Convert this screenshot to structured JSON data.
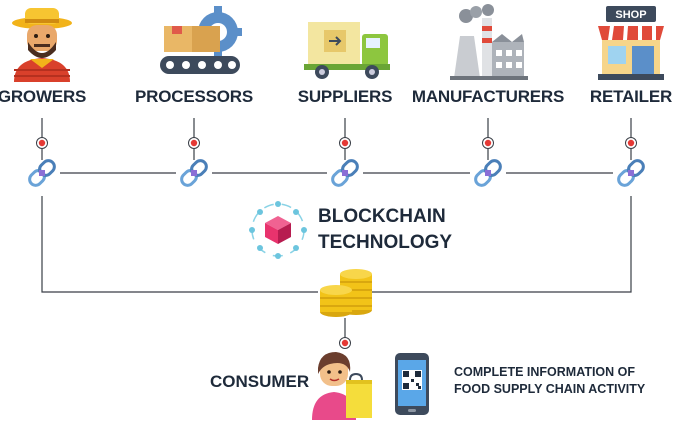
{
  "stages": [
    {
      "label": "GROWERS",
      "icon": "farmer-icon"
    },
    {
      "label": "PROCESSORS",
      "icon": "conveyor-gear-icon"
    },
    {
      "label": "SUPPLIERS",
      "icon": "delivery-truck-icon"
    },
    {
      "label": "MANUFACTURERS",
      "icon": "factory-icon"
    },
    {
      "label": "RETAILER",
      "icon": "shop-icon"
    }
  ],
  "shop_sign": "SHOP",
  "blockchain": {
    "line1": "BLOCKCHAIN",
    "line2": "TECHNOLOGY",
    "icon": "blockchain-cube-icon"
  },
  "coins_icon": "coin-stack-icon",
  "chain_icon": "chain-link-icon",
  "consumer": {
    "label": "CONSUMER",
    "icon": "shopper-icon"
  },
  "info": {
    "line1": "COMPLETE INFORMATION OF",
    "line2": "FOOD SUPPLY CHAIN ACTIVITY",
    "icon": "phone-qr-icon"
  },
  "colors": {
    "text": "#1e2a3a",
    "line": "#3a3f47",
    "dot": "#e53935",
    "link": "#6aa3d8",
    "cube": "#e8336d",
    "coin": "#f2c318"
  }
}
